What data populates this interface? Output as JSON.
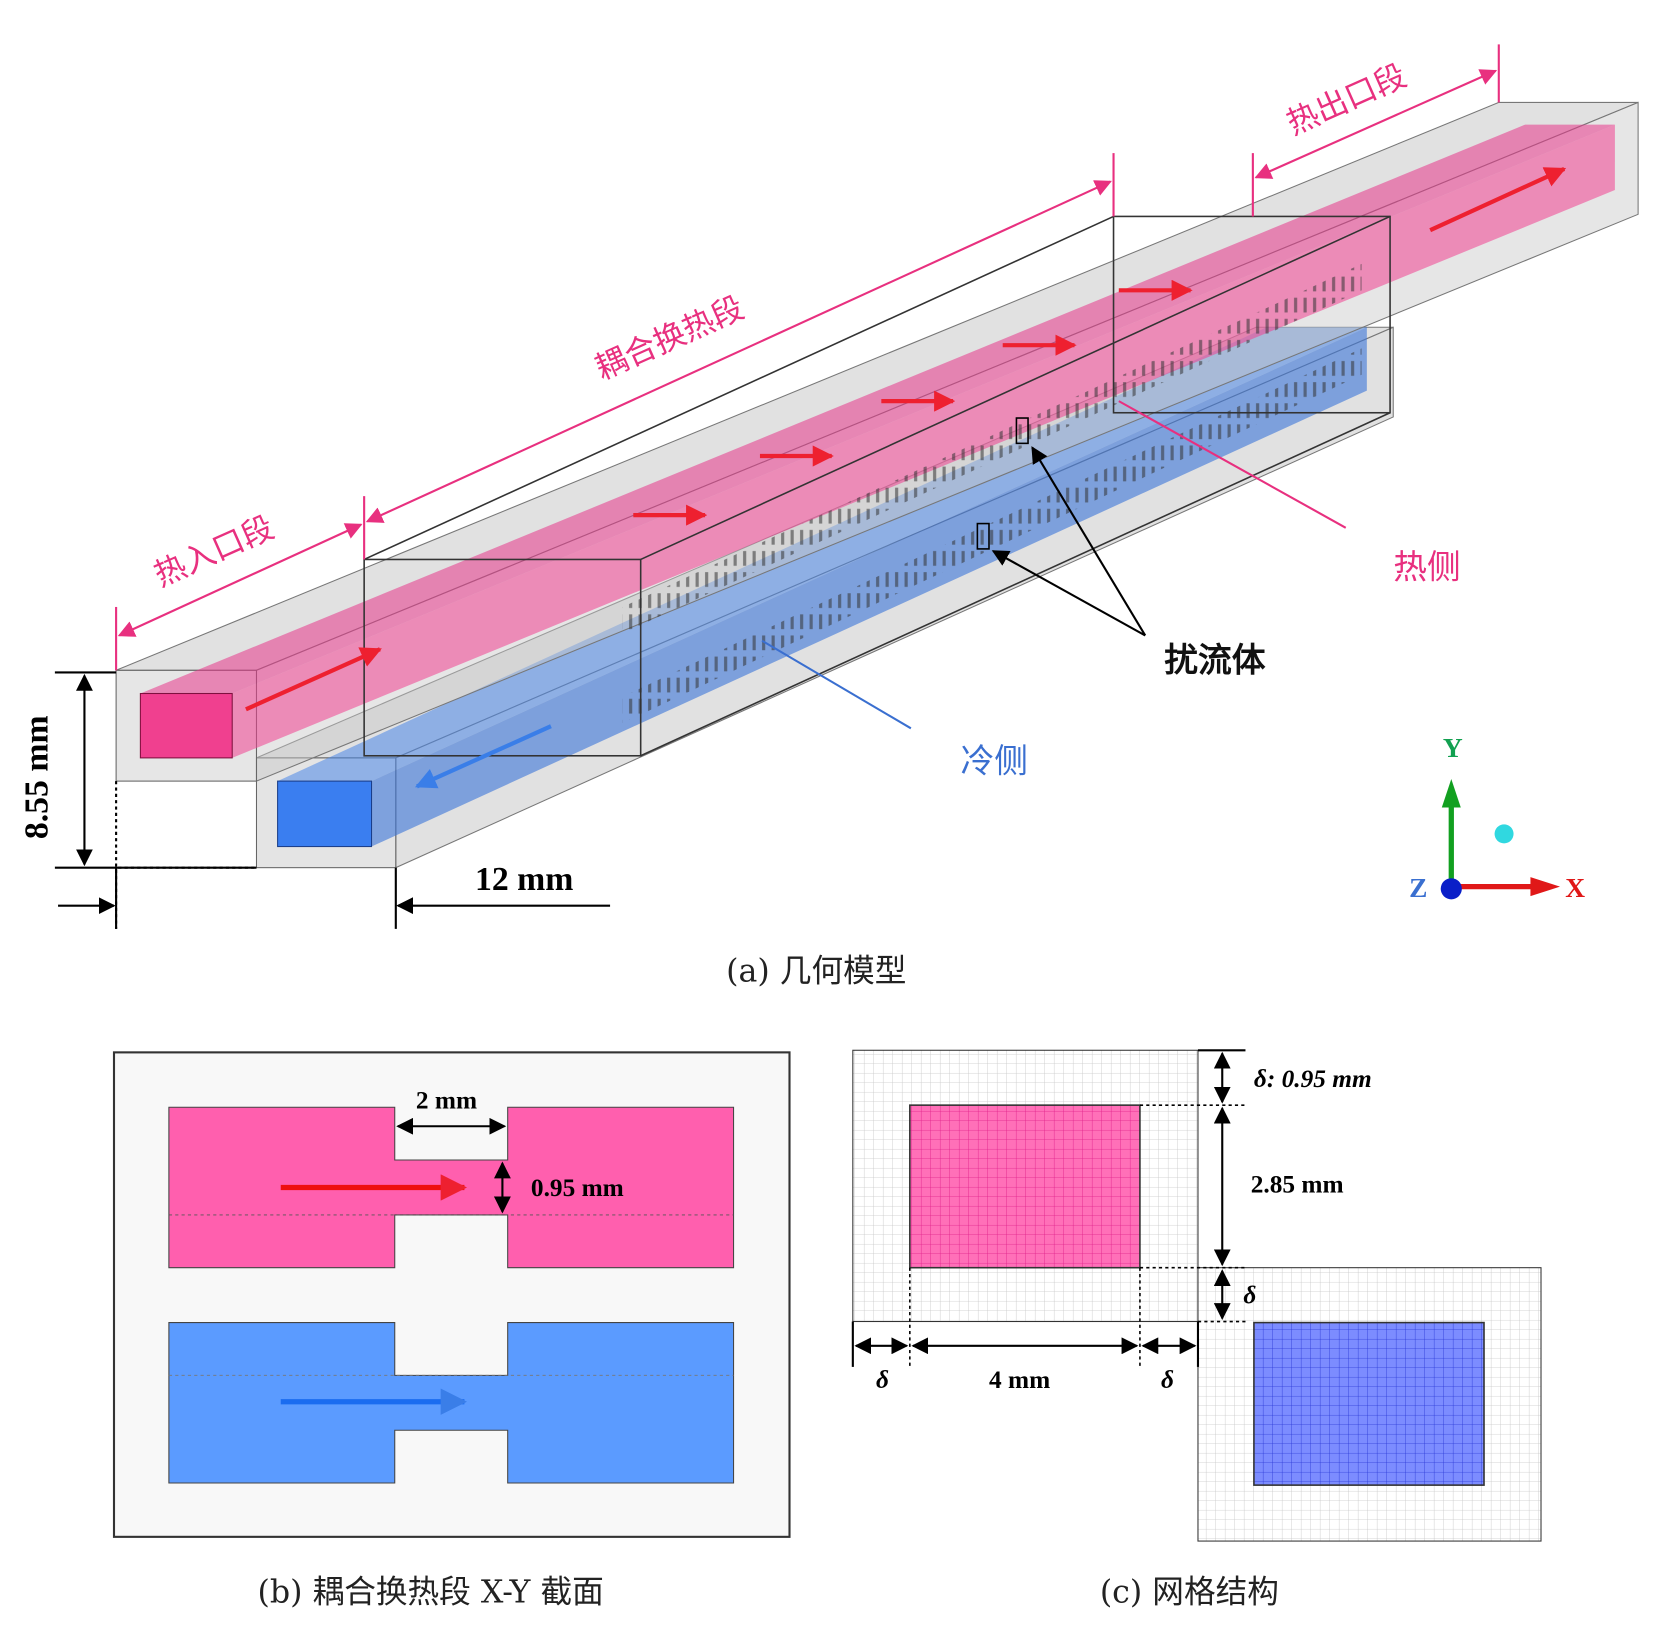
{
  "panel_a": {
    "caption": "(a) 几何模型",
    "labels": {
      "hot_inlet": "热入口段",
      "coupled": "耦合换热段",
      "hot_outlet": "热出口段",
      "hot_side": "热侧",
      "cold_side": "冷侧",
      "turbulator": "扰流体",
      "height": "8.55 mm",
      "width": "12 mm"
    },
    "axes": {
      "x": "X",
      "y": "Y",
      "z": "Z"
    },
    "colors": {
      "hot": "#f0408f",
      "cold": "#3a7ee8",
      "annot_hot": "#e8307f",
      "annot_cold": "#3a6fd0"
    }
  },
  "panel_b": {
    "caption": "(b) 耦合换热段 X-Y 截面",
    "gap_label": "2 mm",
    "depth_label": "0.95 mm",
    "colors": {
      "hot": "#ff5fae",
      "cold": "#5b9bff"
    }
  },
  "panel_c": {
    "caption": "(c) 网格结构",
    "delta_top": "δ: 0.95 mm",
    "height_label": "2.85 mm",
    "delta_mid": "δ",
    "width_label": "4 mm",
    "delta_left": "δ",
    "delta_right": "δ"
  }
}
